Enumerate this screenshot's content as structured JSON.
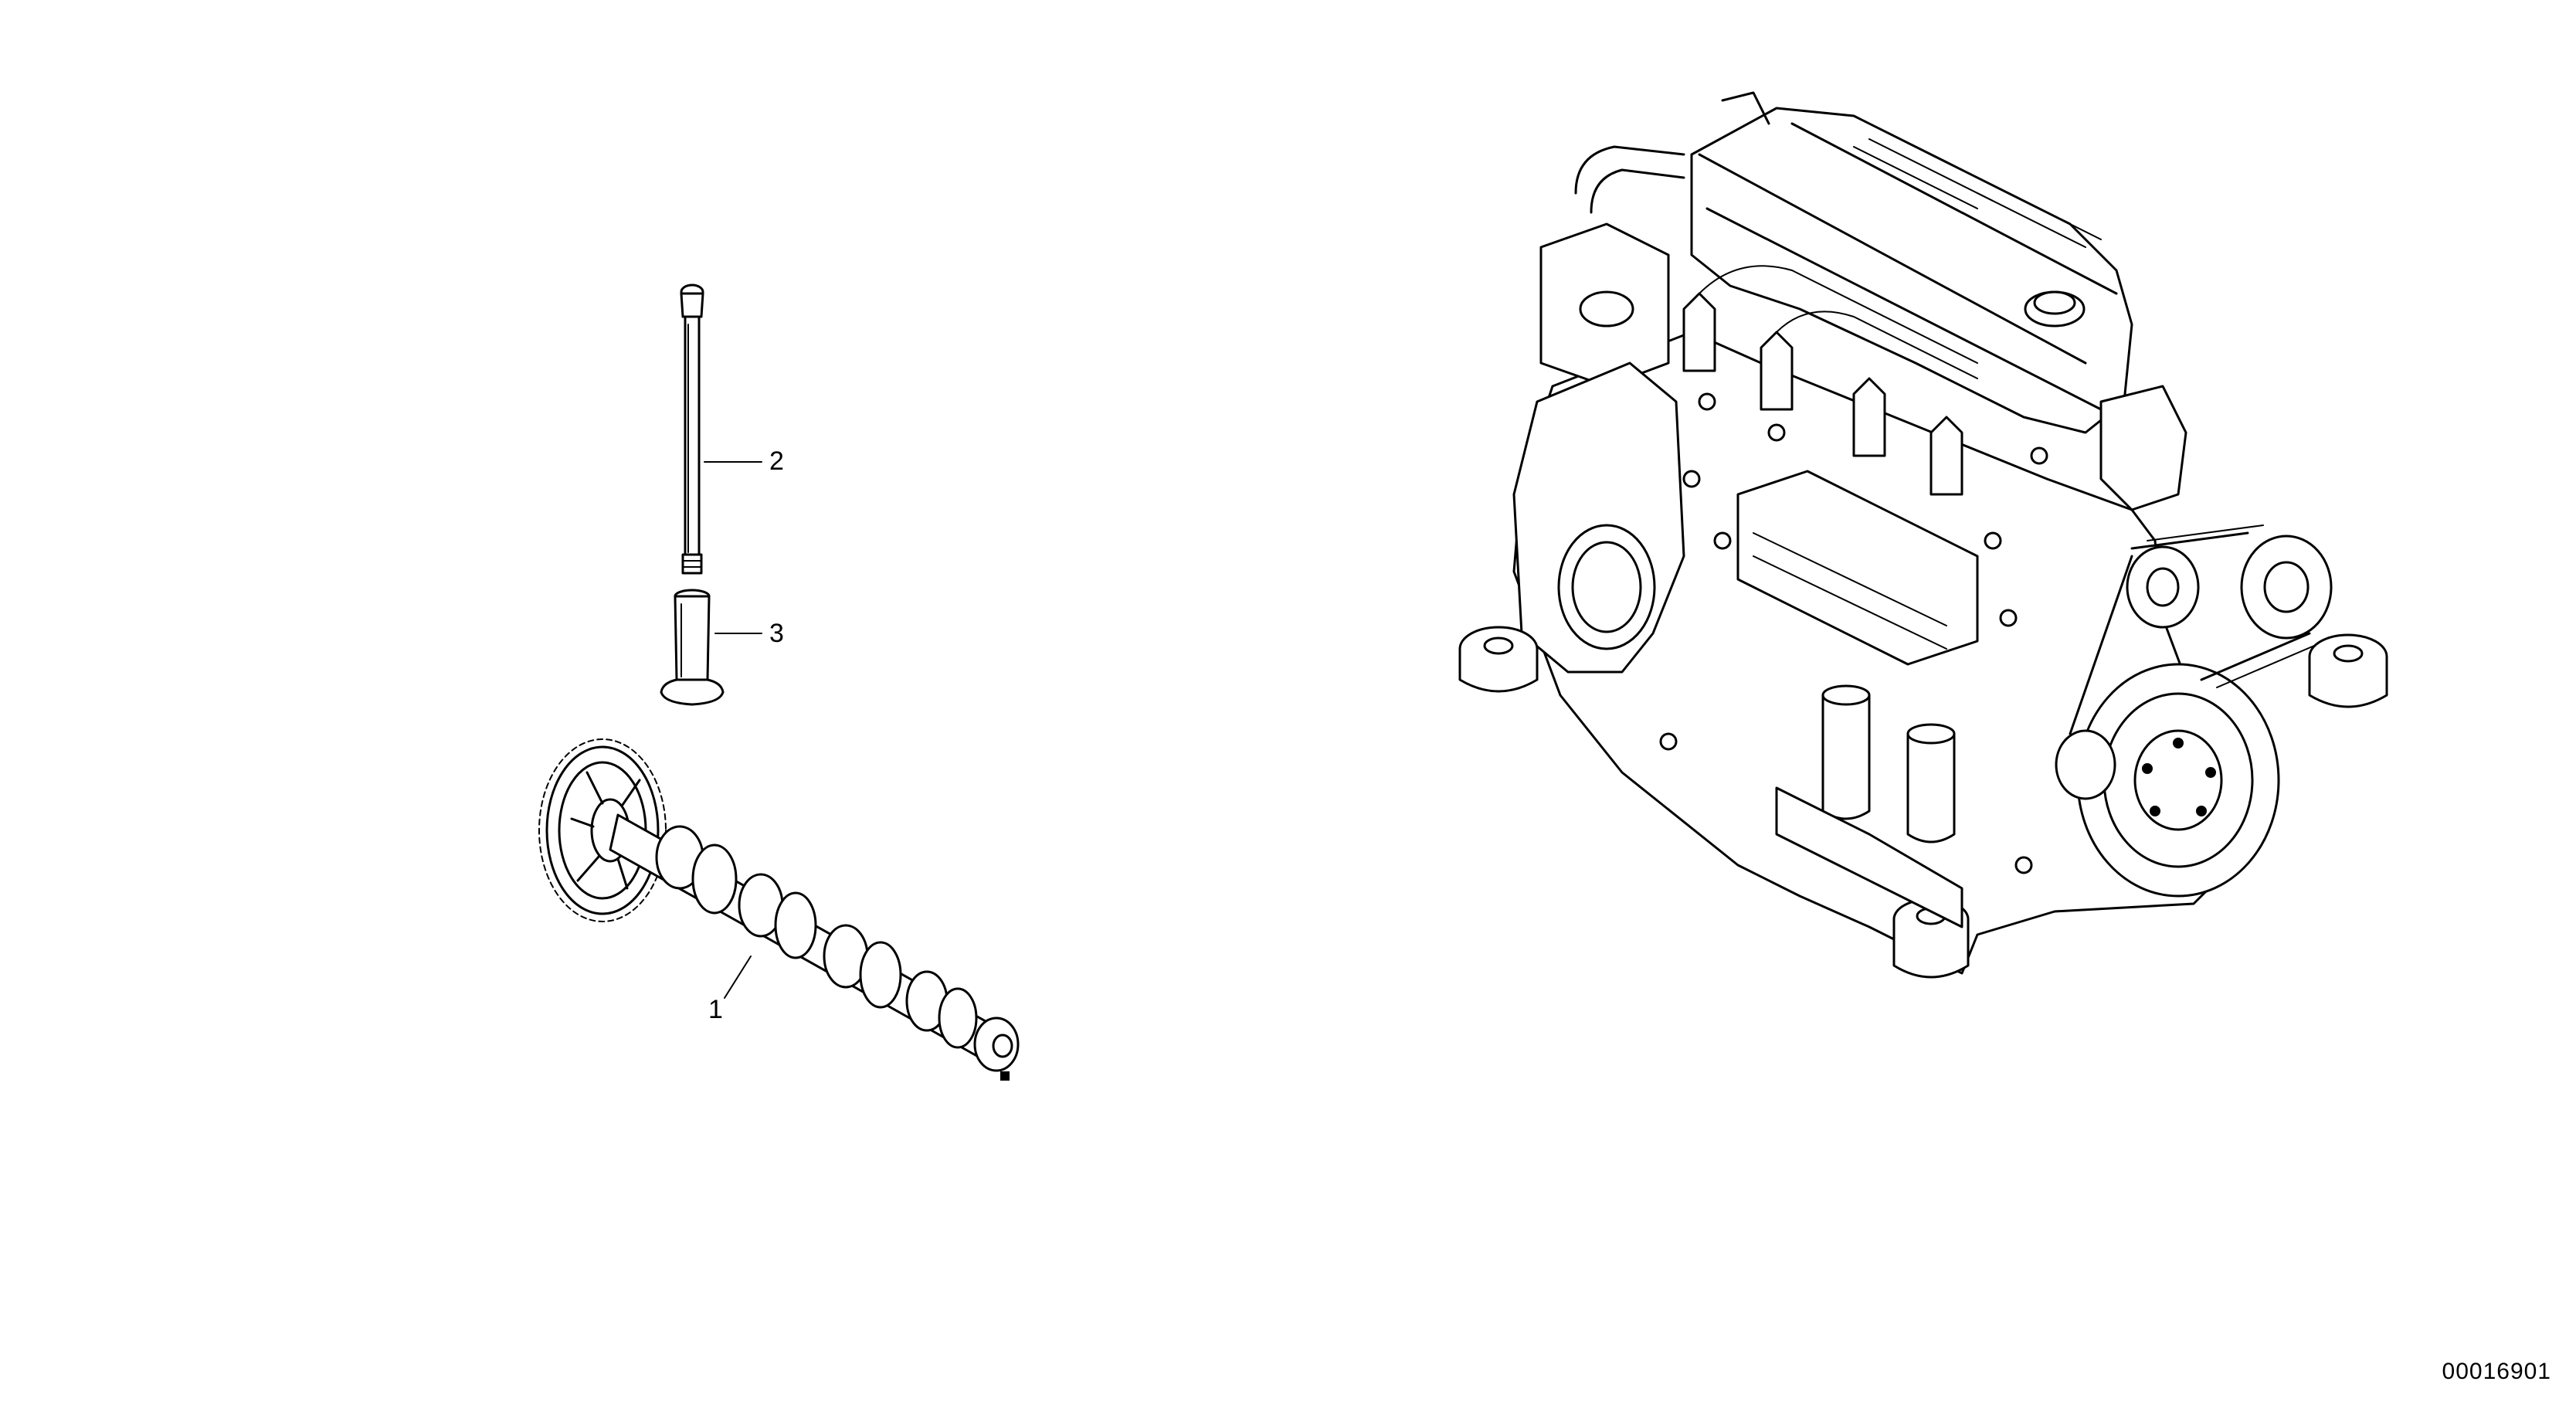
{
  "callouts": {
    "camshaft": "1",
    "push_rod": "2",
    "tappet": "3"
  },
  "drawing_id": "00016901",
  "colors": {
    "background": "#ffffff",
    "ink": "#000000"
  }
}
